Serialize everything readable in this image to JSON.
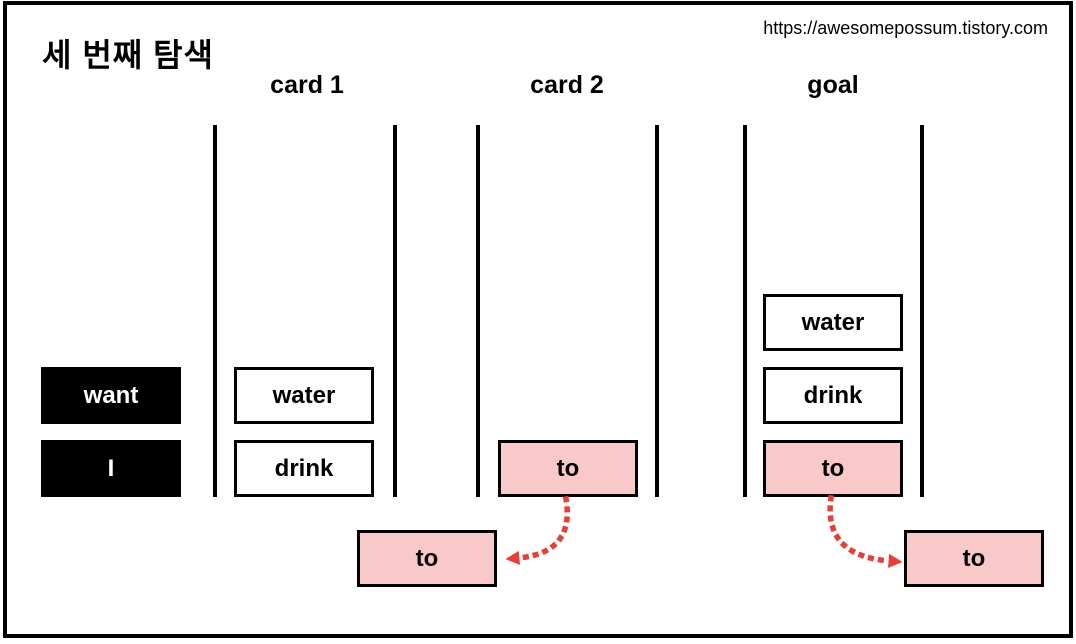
{
  "header": {
    "title": "세 번째 탐색",
    "watermark": "https://awesomepossum.tistory.com"
  },
  "hand_cards": [
    {
      "label": "want",
      "style": "black"
    },
    {
      "label": "I",
      "style": "black"
    }
  ],
  "stacks": [
    {
      "name": "card 1",
      "cards": [
        {
          "label": "water",
          "style": "white"
        },
        {
          "label": "drink",
          "style": "white"
        }
      ]
    },
    {
      "name": "card 2",
      "cards": [
        {
          "label": "to",
          "style": "pink"
        }
      ]
    },
    {
      "name": "goal",
      "cards": [
        {
          "label": "water",
          "style": "white"
        },
        {
          "label": "drink",
          "style": "white"
        },
        {
          "label": "to",
          "style": "pink"
        }
      ]
    }
  ],
  "moved_cards": [
    {
      "label": "to",
      "style": "pink",
      "position": "below card 2"
    },
    {
      "label": "to",
      "style": "pink",
      "position": "below goal"
    }
  ],
  "arrows": [
    {
      "from": "card 2 bottom card (to)",
      "to": "moved card below card 2",
      "style": "red-dotted"
    },
    {
      "from": "goal bottom card (to)",
      "to": "moved card below goal",
      "style": "red-dotted"
    }
  ],
  "colors": {
    "card_highlight_pink": "#F9C8C8",
    "arrow_red": "#EE3B33",
    "hand_card_black": "#000000"
  }
}
